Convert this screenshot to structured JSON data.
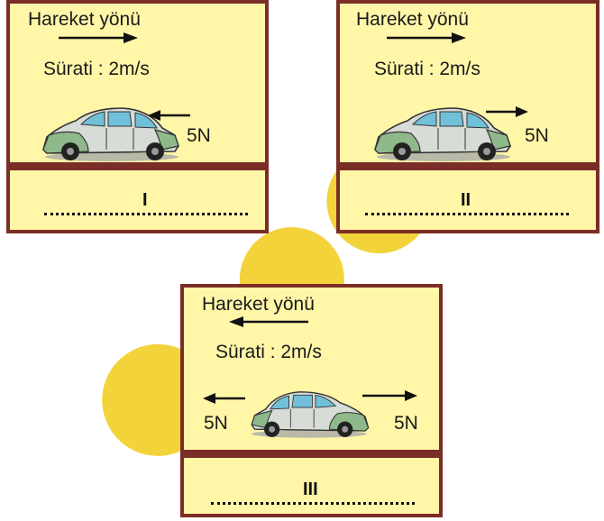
{
  "panels": [
    {
      "label": "Hareket yönü",
      "direction": "right",
      "speed": "Sürati : 2m/s",
      "forces": [
        {
          "value": "5N",
          "direction": "left"
        }
      ],
      "roman": "I",
      "answer_line": "....................."
    },
    {
      "label": "Hareket yönü",
      "direction": "right",
      "speed": "Sürati : 2m/s",
      "forces": [
        {
          "value": "5N",
          "direction": "right"
        }
      ],
      "roman": "II",
      "answer_line": "....................."
    },
    {
      "label": "Hareket yönü",
      "direction": "left",
      "speed": "Sürati : 2m/s",
      "forces": [
        {
          "value": "5N",
          "direction": "left"
        },
        {
          "value": "5N",
          "direction": "right"
        }
      ],
      "roman": "III",
      "answer_line": "....................."
    }
  ],
  "colors": {
    "panel_fill": "#fff6a8",
    "border": "#7b2e27",
    "watermark": "#f0cc18",
    "car_body": "#d8dcd6",
    "car_fender": "#8fb98a",
    "car_window": "#6fc0d8"
  },
  "icons": {
    "car": "car-icon",
    "arrow": "arrow-icon"
  }
}
